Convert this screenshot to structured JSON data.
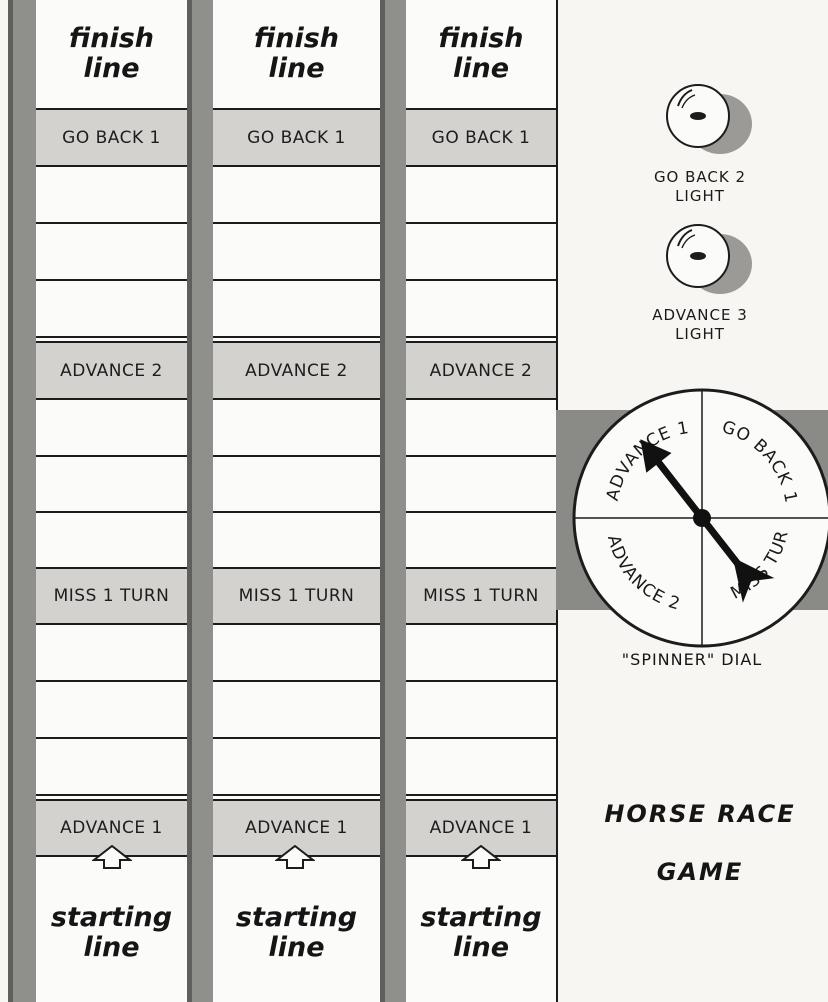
{
  "lanes": [
    {
      "finish_line": "finish line",
      "cells": [
        "GO BACK 1",
        "",
        "",
        "",
        "",
        "ADVANCE 2",
        "",
        "",
        "",
        "MISS 1 TURN",
        "",
        "",
        "",
        "",
        "ADVANCE 1"
      ],
      "starting_line": "starting line"
    },
    {
      "finish_line": "finish line",
      "cells": [
        "GO BACK 1",
        "",
        "",
        "",
        "",
        "ADVANCE 2",
        "",
        "",
        "",
        "MISS 1 TURN",
        "",
        "",
        "",
        "",
        "ADVANCE 1"
      ],
      "starting_line": "starting line"
    },
    {
      "finish_line": "finish line",
      "cells": [
        "GO BACK 1",
        "",
        "",
        "",
        "",
        "ADVANCE 2",
        "",
        "",
        "",
        "MISS 1 TURN",
        "",
        "",
        "",
        "",
        "ADVANCE 1"
      ],
      "starting_line": "starting line"
    }
  ],
  "lights": [
    {
      "label_line1": "GO BACK 2",
      "label_line2": "LIGHT"
    },
    {
      "label_line1": "ADVANCE 3",
      "label_line2": "LIGHT"
    }
  ],
  "spinner": {
    "segments": [
      "ADVANCE 1",
      "GO BACK 1",
      "MISS TURN",
      "ADVANCE 2"
    ],
    "caption": "\"SPINNER\" DIAL"
  },
  "title": {
    "line1": "HORSE RACE",
    "line2": "GAME"
  },
  "colors": {
    "shaded_cell": "#d3d2cf",
    "rail": "#8f8f8c",
    "band": "#8a8a87",
    "ink": "#151515"
  }
}
